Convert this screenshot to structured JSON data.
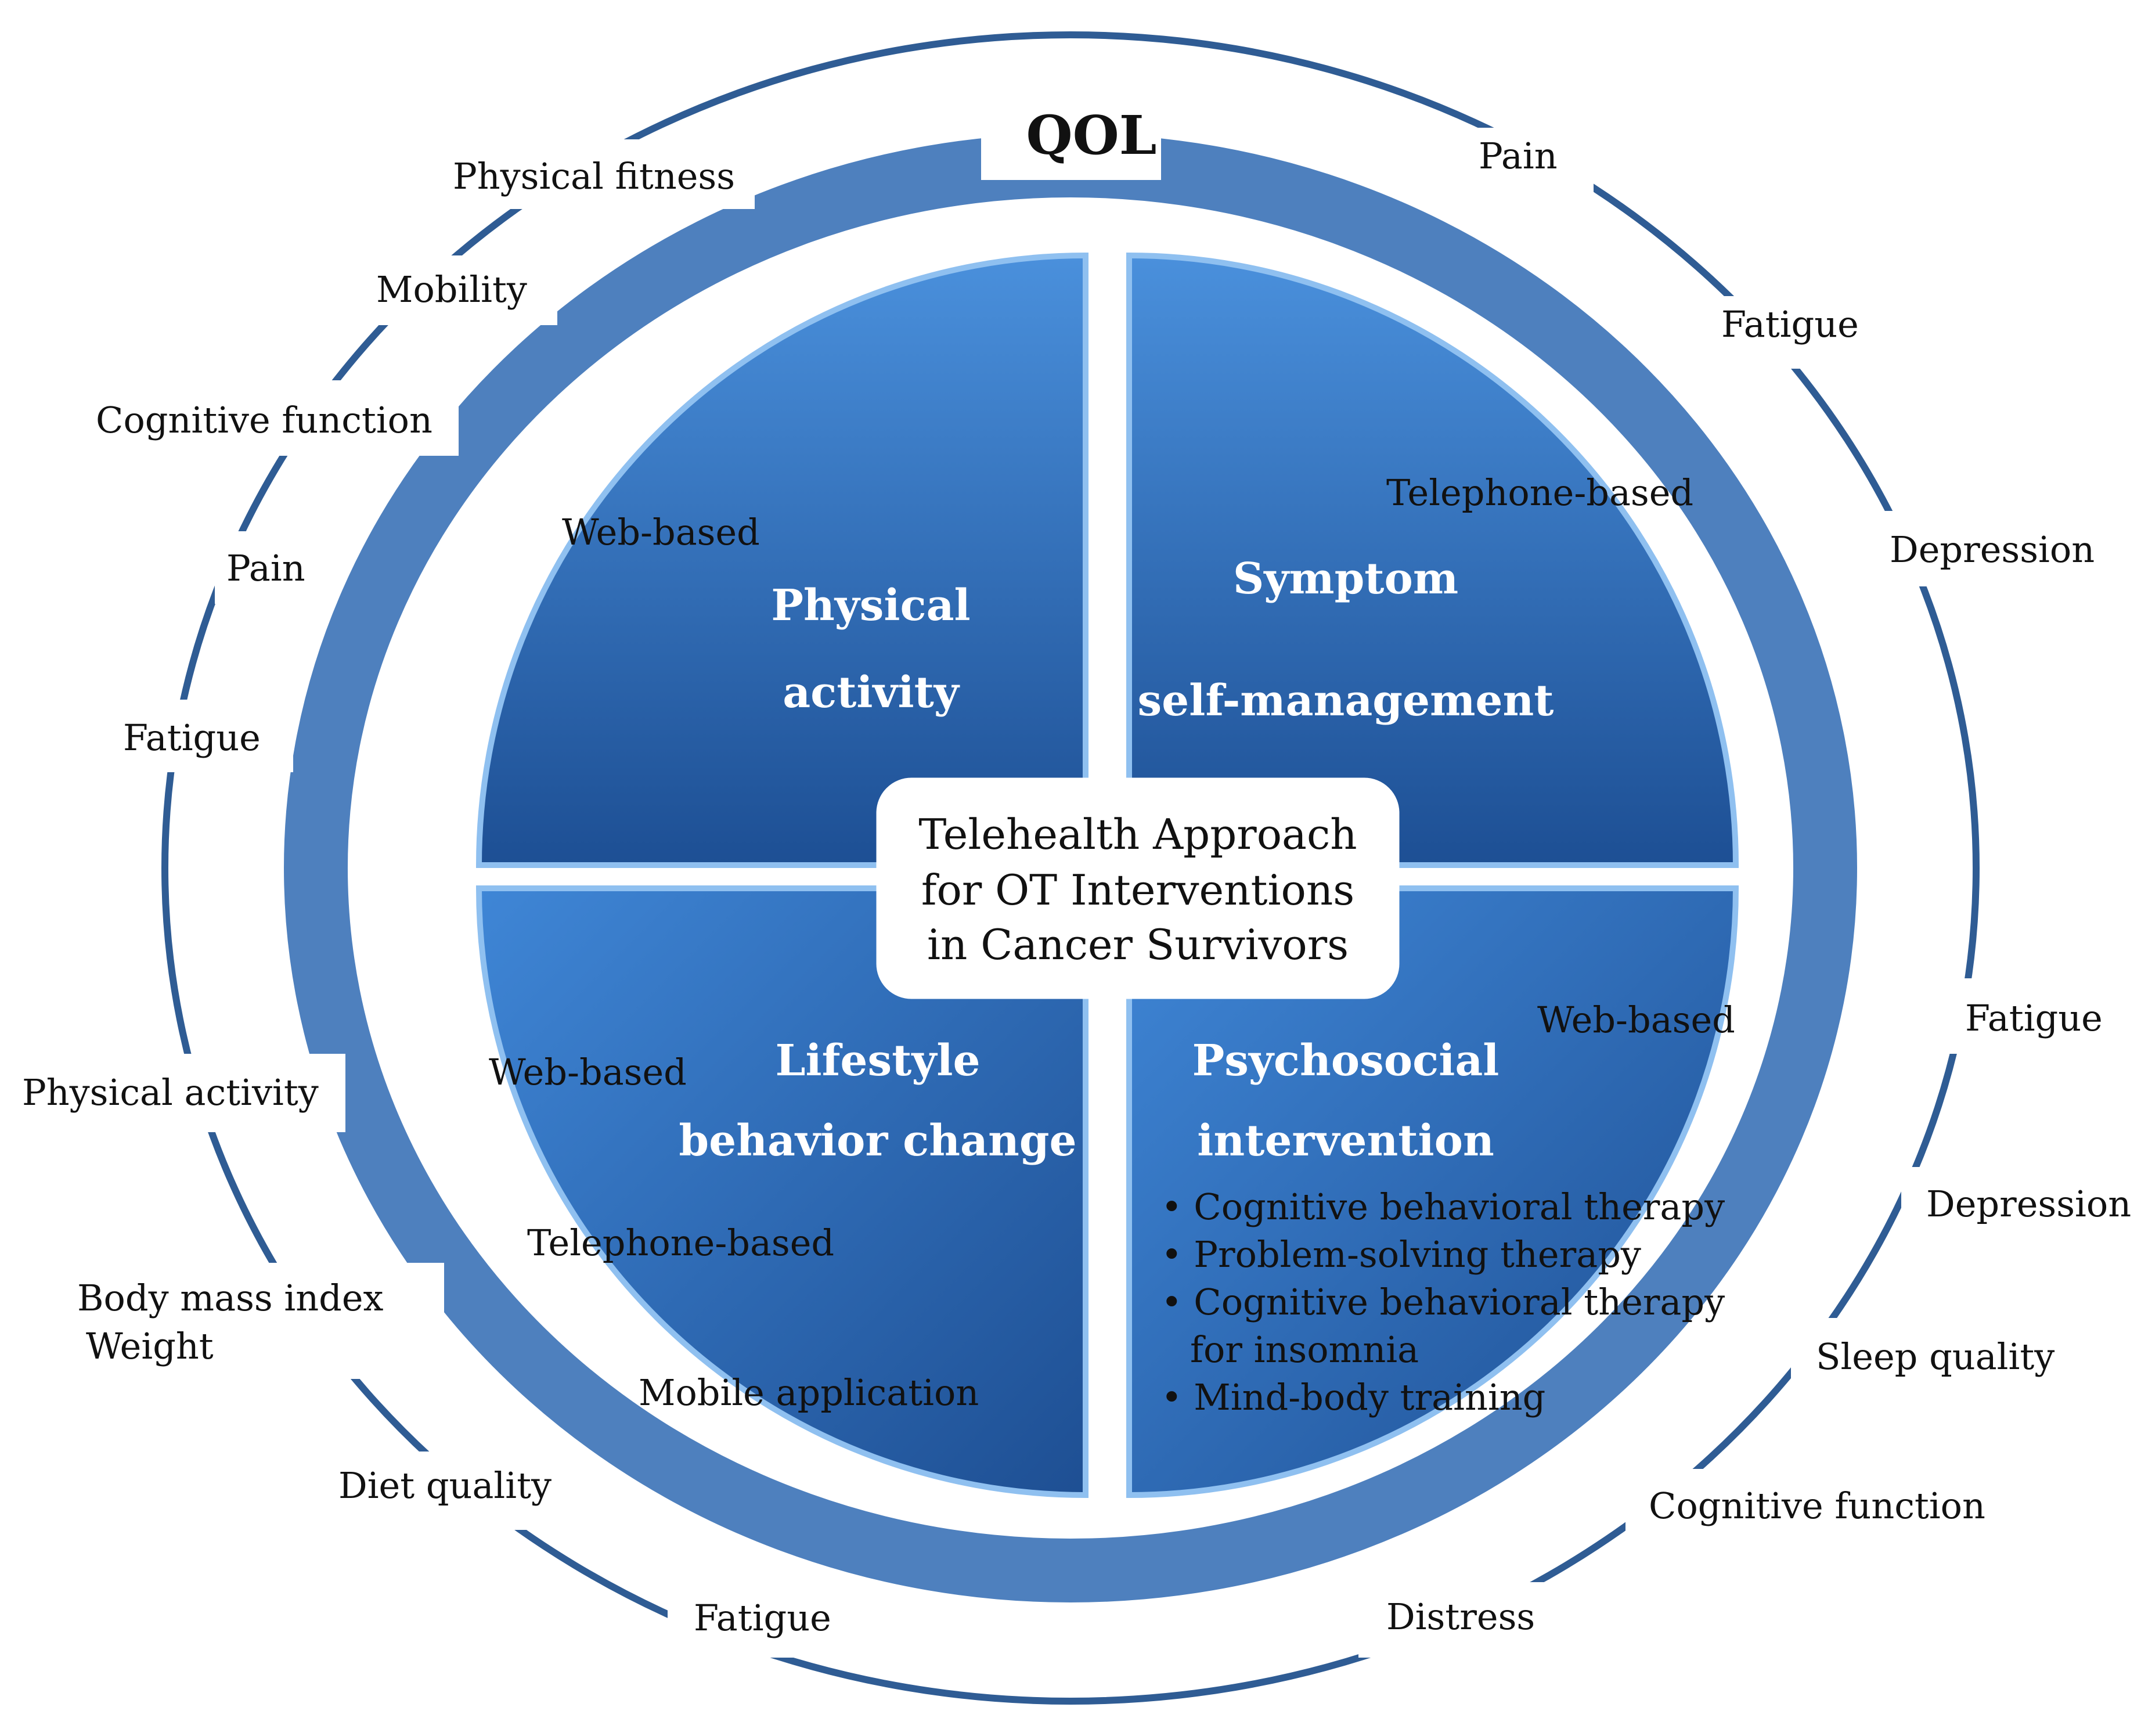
{
  "colors": {
    "ring": "#4e80be",
    "quadrant_light": "#3f86d6",
    "quadrant_dark": "#1e4f93",
    "thin_ring": "#2f5c94",
    "text": "#111111"
  },
  "qol_title": "QOL",
  "center": {
    "line1": "Telehealth Approach",
    "line2": "for OT Interventions",
    "line3": "in Cancer Survivors"
  },
  "quadrants": {
    "physical_activity": {
      "title_line1": "Physical",
      "title_line2": "activity",
      "methods": [
        "Web-based"
      ]
    },
    "symptom": {
      "title_line1": "Symptom",
      "title_line2": "self-management",
      "methods": [
        "Telephone-based"
      ]
    },
    "lifestyle": {
      "title_line1": "Lifestyle",
      "title_line2": "behavior change",
      "methods": [
        "Web-based",
        "Telephone-based",
        "Mobile application"
      ]
    },
    "psychosocial": {
      "title_line1": "Psychosocial",
      "title_line2": "intervention",
      "methods": [
        "Web-based"
      ],
      "bullets": [
        "• Cognitive behavioral therapy",
        "• Problem-solving therapy",
        "• Cognitive behavioral therapy",
        "for insomnia",
        "• Mind-body training"
      ]
    }
  },
  "outcomes_left": [
    "Physical fitness",
    "Mobility",
    "Cognitive function",
    "Pain",
    "Fatigue",
    "Physical activity",
    "Body mass index",
    "Weight",
    "Diet quality",
    "Fatigue"
  ],
  "outcomes_right": [
    "Pain",
    "Fatigue",
    "Depression",
    "Fatigue",
    "Depression",
    "Sleep quality",
    "Cognitive function",
    "Distress"
  ]
}
